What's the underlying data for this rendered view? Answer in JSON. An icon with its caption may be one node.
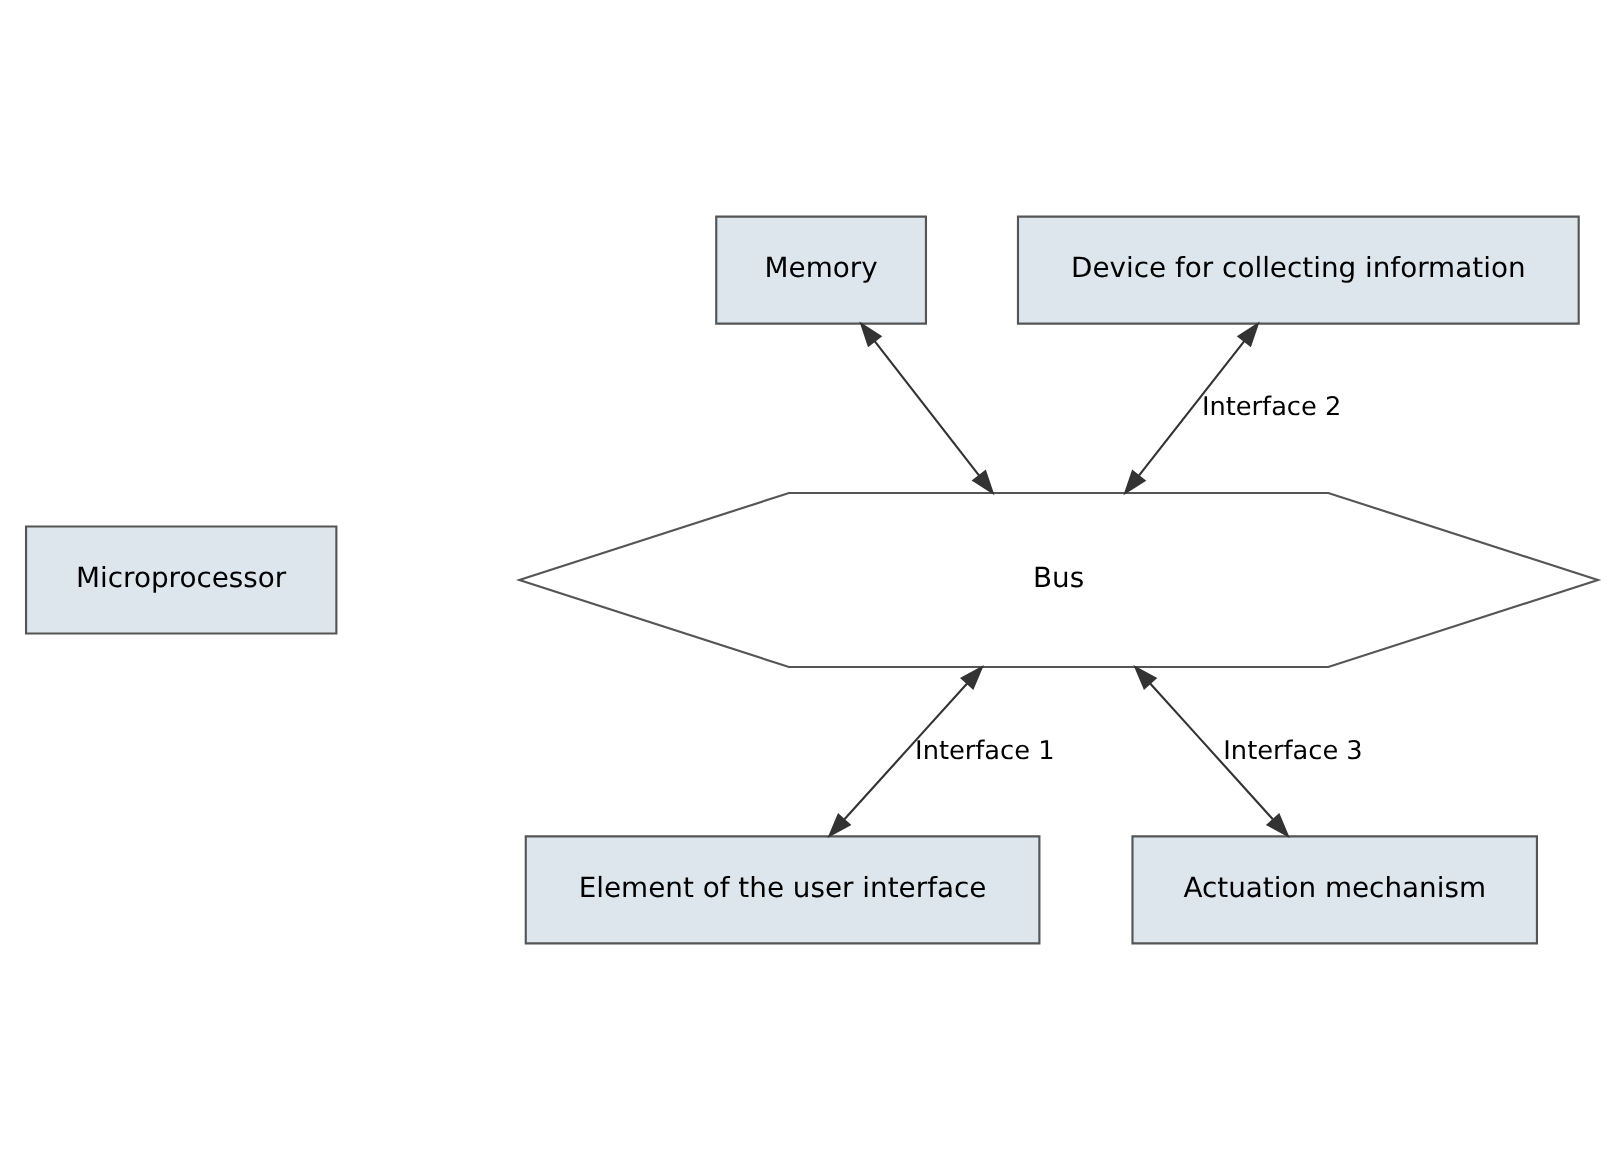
{
  "diagram": {
    "nodes": [
      {
        "text": [
          "Memory"
        ]
      },
      {
        "text": [
          "Device for collecting information"
        ]
      },
      {
        "text": [
          "Microprocessor"
        ]
      },
      {
        "text": [
          "Bus"
        ]
      },
      {
        "text": [
          "Element of the user interface"
        ]
      },
      {
        "text": [
          "Actuation mechanism"
        ]
      }
    ],
    "edges": [
      {
        "from": 0,
        "to": 3,
        "arrow": "both"
      },
      {
        "from": 1,
        "to": 3,
        "arrow": "both",
        "label": "Interface 2"
      },
      {
        "from": 3,
        "to": 4,
        "arrow": "both",
        "label": "Interface 1"
      },
      {
        "from": 3,
        "to": 5,
        "arrow": "both",
        "label": "Interface 3"
      }
    ]
  }
}
